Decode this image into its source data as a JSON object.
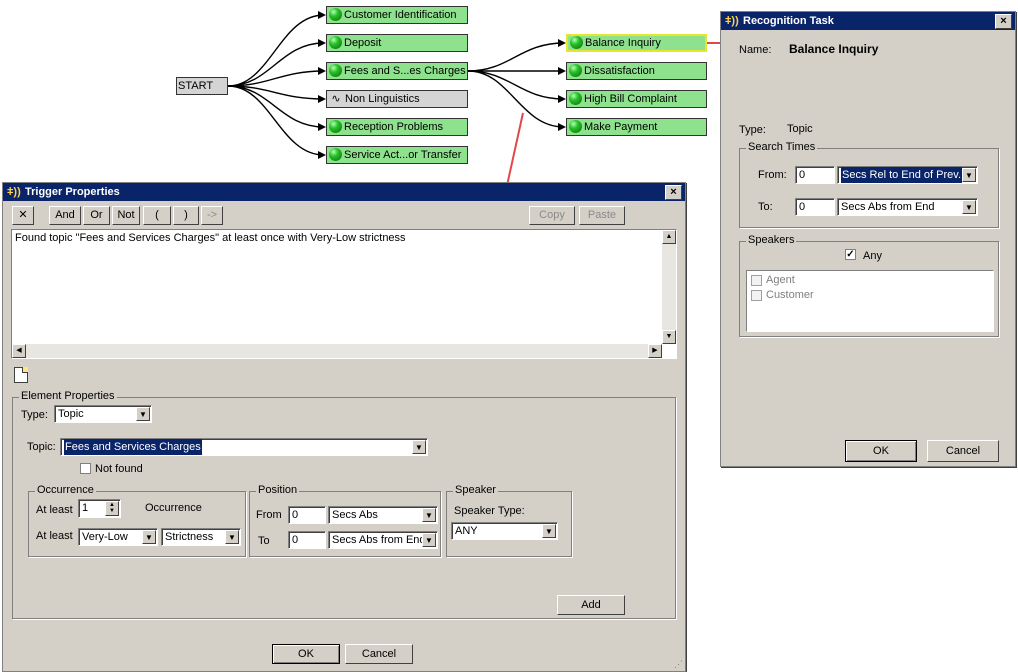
{
  "flow": {
    "start": "START",
    "left_nodes": [
      {
        "label": "Customer Identification",
        "state": "green"
      },
      {
        "label": "Deposit",
        "state": "green"
      },
      {
        "label": "Fees and S...es Charges",
        "state": "green"
      },
      {
        "label": "Non Linguistics",
        "state": "gray"
      },
      {
        "label": "Reception Problems",
        "state": "green"
      },
      {
        "label": "Service Act...or Transfer",
        "state": "green"
      }
    ],
    "right_nodes": [
      {
        "label": "Balance Inquiry",
        "state": "selected"
      },
      {
        "label": "Dissatisfaction",
        "state": "green"
      },
      {
        "label": "High Bill Complaint",
        "state": "green"
      },
      {
        "label": "Make Payment",
        "state": "green"
      }
    ],
    "colors": {
      "node_green": "#8ee28e",
      "node_gray": "#d4d4d4",
      "connector_red": "#e04848",
      "selected_border": "#e6e62e"
    }
  },
  "trigger": {
    "title": "Trigger Properties",
    "toolbar": {
      "delete": "✕",
      "and": "And",
      "or": "Or",
      "not": "Not",
      "open_paren": "(",
      "close_paren": ")",
      "arrow": "->",
      "copy": "Copy",
      "paste": "Paste"
    },
    "expression": "Found topic \"Fees and Services Charges\" at least once with Very-Low strictness",
    "element_properties": {
      "group_label": "Element Properties",
      "type_label": "Type:",
      "type_value": "Topic",
      "topic_label": "Topic:",
      "topic_value": "Fees and Services Charges",
      "not_found_label": "Not found"
    },
    "occurrence": {
      "group_label": "Occurrence",
      "at_least_label": "At least",
      "count": "1",
      "occurrence_label": "Occurrence",
      "at_least_label2": "At least",
      "strictness_level": "Very-Low",
      "strictness_label": "Strictness"
    },
    "position": {
      "group_label": "Position",
      "from_label": "From",
      "from_value": "0",
      "from_unit": "Secs Abs",
      "to_label": "To",
      "to_value": "0",
      "to_unit": "Secs Abs from End"
    },
    "speaker": {
      "group_label": "Speaker",
      "type_label": "Speaker Type:",
      "type_value": "ANY"
    },
    "add_label": "Add",
    "ok_label": "OK",
    "cancel_label": "Cancel"
  },
  "recognition": {
    "title": "Recognition Task",
    "name_label": "Name:",
    "name_value": "Balance Inquiry",
    "type_label": "Type:",
    "type_value": "Topic",
    "search_times": {
      "group_label": "Search Times",
      "from_label": "From:",
      "from_value": "0",
      "from_unit": "Secs Rel to End of Prev.",
      "to_label": "To:",
      "to_value": "0",
      "to_unit": "Secs Abs from End"
    },
    "speakers": {
      "group_label": "Speakers",
      "any_label": "Any",
      "list": [
        "Agent",
        "Customer"
      ]
    },
    "ok_label": "OK",
    "cancel_label": "Cancel"
  }
}
